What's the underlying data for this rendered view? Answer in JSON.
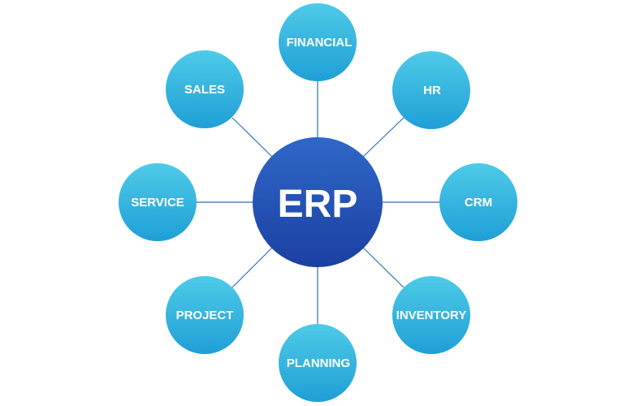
{
  "hub": {
    "label": "ERP",
    "color_top": "#2f68c8",
    "color_bottom": "#1c3fa3"
  },
  "modules": [
    {
      "label": "FINANCIAL"
    },
    {
      "label": "HR"
    },
    {
      "label": "CRM"
    },
    {
      "label": "INVENTORY"
    },
    {
      "label": "PLANNING"
    },
    {
      "label": "PROJECT"
    },
    {
      "label": "SERVICE"
    },
    {
      "label": "SALES"
    }
  ],
  "colors": {
    "module_top": "#4ecbe8",
    "module_bottom": "#1f9fd6",
    "connector": "#2f6fb8",
    "text": "#ffffff"
  }
}
